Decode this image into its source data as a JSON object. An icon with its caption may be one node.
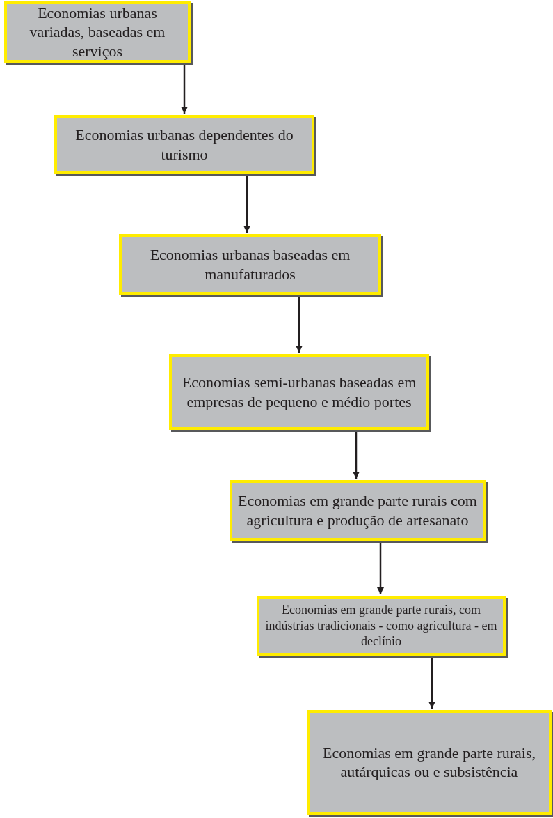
{
  "diagram": {
    "nodes": [
      {
        "text": [
          "Economias urbanas variadas, baseadas em serviços"
        ]
      },
      {
        "text": [
          "Economias urbanas dependentes do turismo"
        ]
      },
      {
        "text": [
          "Economias urbanas baseadas em manufaturados"
        ]
      },
      {
        "text": [
          "Economias semi-urbanas baseadas em empresas de pequeno e médio portes"
        ]
      },
      {
        "text": [
          "Economias em grande parte rurais com agricultura e produção de artesanato"
        ]
      },
      {
        "text": [
          "Economias em grande parte rurais, com indústrias tradicionais - como agricultura - em declínio"
        ]
      },
      {
        "text": [
          "Economias em grande parte rurais, autárquicas ou e subsistência"
        ]
      }
    ],
    "edges": [
      {
        "from": 0,
        "to": 1,
        "arrow": "to"
      },
      {
        "from": 1,
        "to": 2,
        "arrow": "to"
      },
      {
        "from": 2,
        "to": 3,
        "arrow": "to"
      },
      {
        "from": 3,
        "to": 4,
        "arrow": "to"
      },
      {
        "from": 4,
        "to": 5,
        "arrow": "to"
      },
      {
        "from": 5,
        "to": 6,
        "arrow": "to"
      }
    ]
  }
}
